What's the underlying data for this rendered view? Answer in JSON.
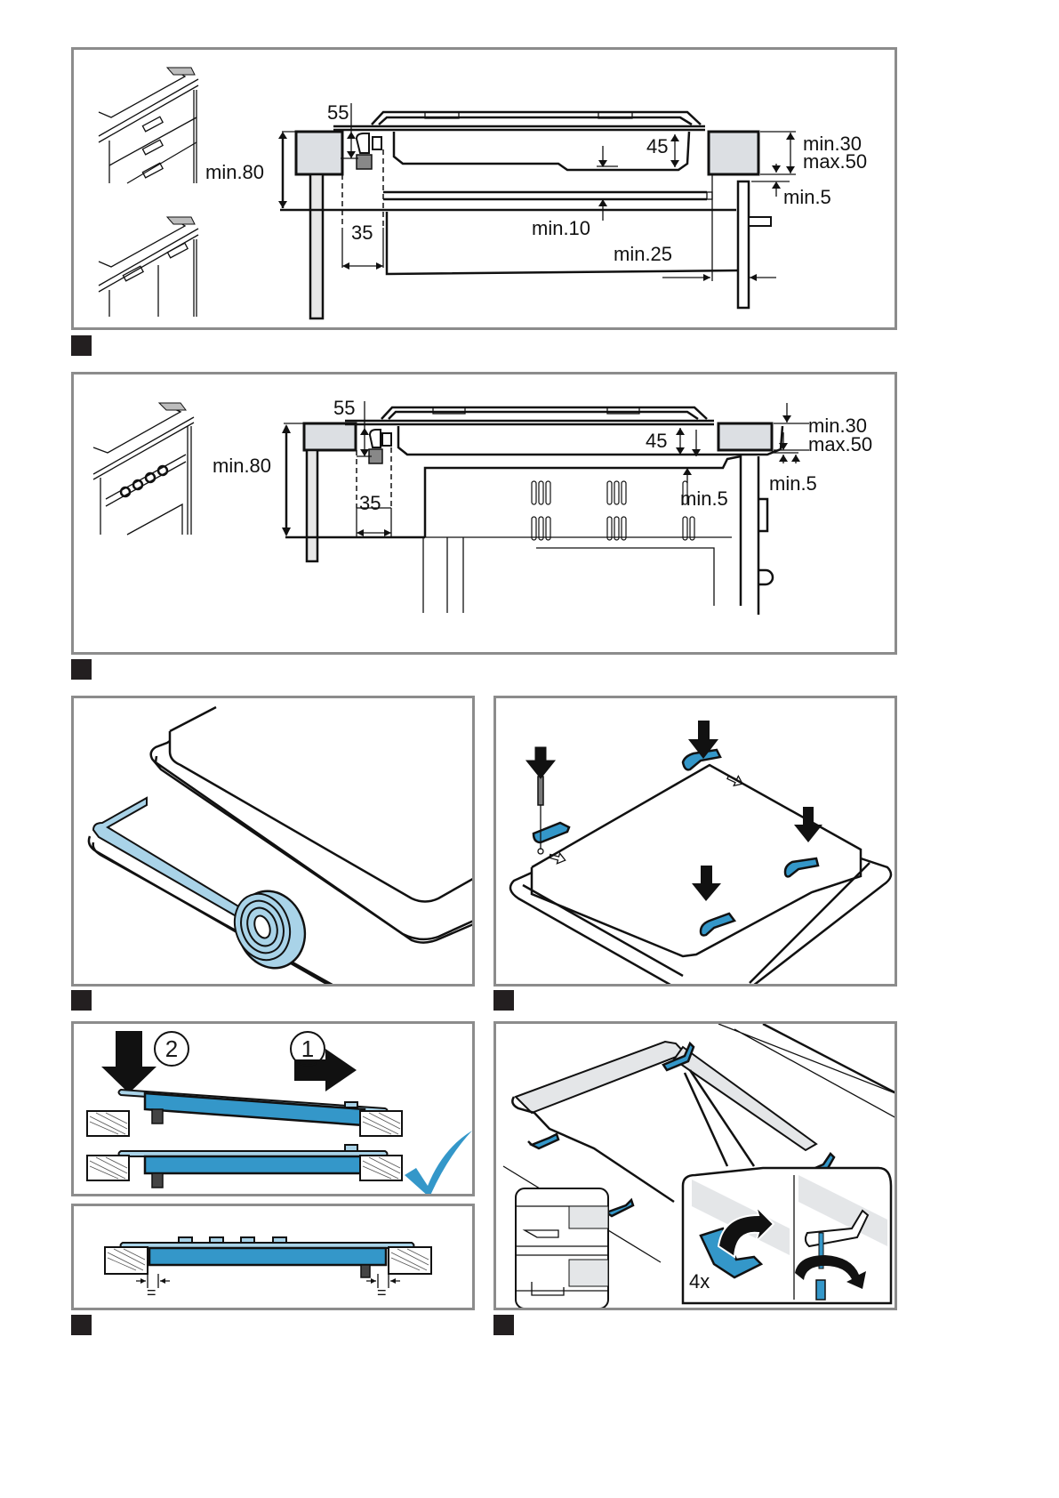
{
  "figures": [
    {
      "id": "fig-1",
      "description": "Built-in clearances: hob above drawer/door base unit",
      "labels": {
        "d55": "55",
        "min80": "min.80",
        "d35": "35",
        "d45": "45",
        "min10": "min.10",
        "min25": "min.25",
        "min30": "min.30",
        "max50": "max.50",
        "min5": "min.5"
      }
    },
    {
      "id": "fig-2",
      "description": "Built-in clearances: hob above built-in oven",
      "labels": {
        "d55": "55",
        "min80": "min.80",
        "d35": "35",
        "d45": "45",
        "min5_inner": "min.5",
        "min30": "min.30",
        "max50": "max.50",
        "min5_outer": "min.5"
      }
    },
    {
      "id": "fig-3",
      "description": "Apply sealing tape around hob edge"
    },
    {
      "id": "fig-4",
      "description": "Attach four clips with screws to hob underside"
    },
    {
      "id": "fig-5",
      "description": "Insert hob into worktop cut-out",
      "steps": [
        "1",
        "2"
      ],
      "check_icon": "checkmark-icon"
    },
    {
      "id": "fig-6",
      "description": "Hob seated in worktop, gap indicators",
      "gap_symbol": "="
    },
    {
      "id": "fig-7",
      "description": "Rotate and tighten clips from below",
      "count_label": "4x"
    }
  ],
  "colors": {
    "panel_border": "#8c8c8c",
    "marker": "#231f20",
    "accent_blue": "#3497c9",
    "light_blue": "#a9d3e8",
    "worktop_grey": "#dcdfe3"
  }
}
